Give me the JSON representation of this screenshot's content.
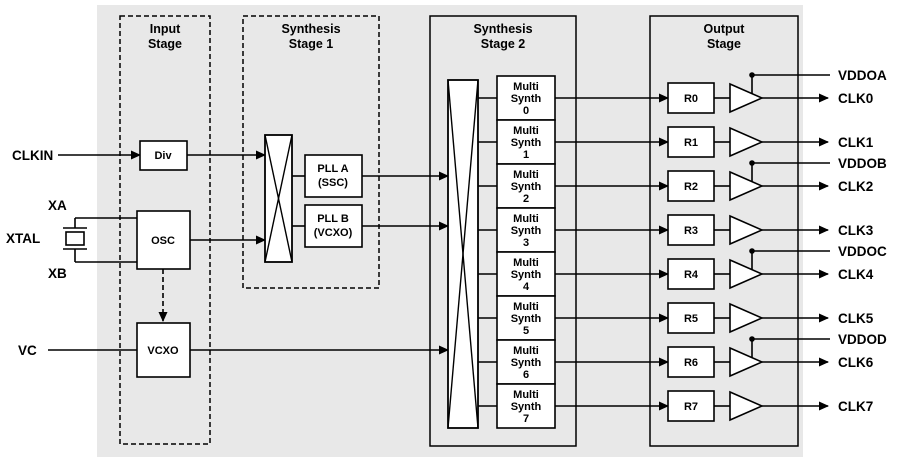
{
  "diagram": {
    "stages": {
      "input": {
        "line1": "Input",
        "line2": "Stage"
      },
      "synth1": {
        "line1": "Synthesis",
        "line2": "Stage 1"
      },
      "synth2": {
        "line1": "Synthesis",
        "line2": "Stage 2"
      },
      "output": {
        "line1": "Output",
        "line2": "Stage"
      }
    },
    "blocks": {
      "div": "Div",
      "osc": "OSC",
      "vcxo": "VCXO",
      "pll_a": {
        "line1": "PLL A",
        "line2": "(SSC)"
      },
      "pll_b": {
        "line1": "PLL B",
        "line2": "(VCXO)"
      }
    },
    "multisynth": {
      "line1": "Multi",
      "line2": "Synth",
      "ids": [
        "0",
        "1",
        "2",
        "3",
        "4",
        "5",
        "6",
        "7"
      ]
    },
    "r_dividers": [
      "R0",
      "R1",
      "R2",
      "R3",
      "R4",
      "R5",
      "R6",
      "R7"
    ],
    "input_pins": {
      "clkin": "CLKIN",
      "xa": "XA",
      "xtal": "XTAL",
      "xb": "XB",
      "vc": "VC"
    },
    "output_pins": {
      "vddo": [
        "VDDOA",
        "VDDOB",
        "VDDOC",
        "VDDOD"
      ],
      "clk": [
        "CLK0",
        "CLK1",
        "CLK2",
        "CLK3",
        "CLK4",
        "CLK5",
        "CLK6",
        "CLK7"
      ]
    },
    "colors": {
      "background": "#e8e8e8",
      "block_fill": "#ffffff",
      "line": "#000000"
    }
  }
}
